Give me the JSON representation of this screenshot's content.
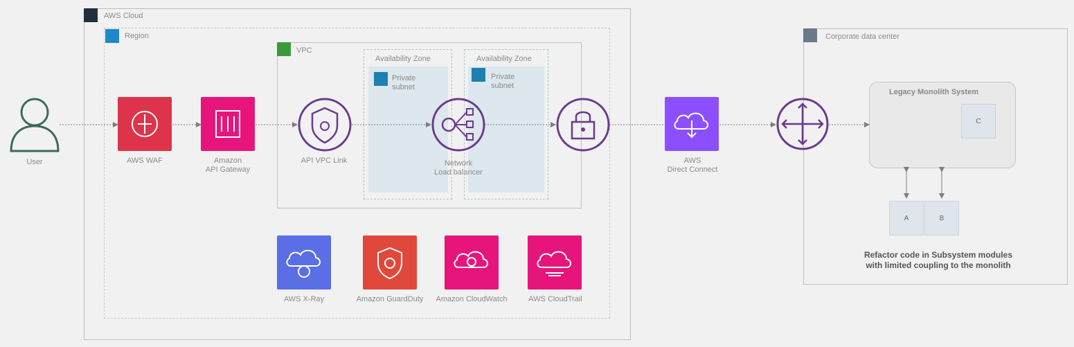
{
  "groups": {
    "aws_cloud": "AWS Cloud",
    "region": "Region",
    "vpc": "VPC",
    "az1": "Availability Zone",
    "az2": "Availability Zone",
    "subnet1": "Private subnet",
    "subnet2": "Private subnet",
    "corporate": "Corporate data center",
    "monolith": "Legacy Monolith System"
  },
  "nodes": {
    "user": "User",
    "waf": "AWS WAF",
    "apigw": "Amazon\nAPI Gateway",
    "vpclink": "API VPC Link",
    "nlb": "Network\nLoad balancer",
    "dx": "AWS\nDirect Connect",
    "xray": "AWS X-Ray",
    "guardduty": "Amazon GuardDuty",
    "cloudwatch": "Amazon CloudWatch",
    "cloudtrail": "AWS CloudTrail",
    "sub_c": "C",
    "sub_a": "A",
    "sub_b": "B"
  },
  "note": "Refactor code in Subsystem modules\nwith limited coupling to the monolith",
  "colors": {
    "waf": "#dd344c",
    "apigw": "#e7157b",
    "dx": "#8c4fff",
    "xray": "#5a6ee6",
    "guardduty": "#e0483c",
    "cloudwatch": "#e7157b",
    "cloudtrail": "#e7157b",
    "line": "#7d7d7d",
    "circle": "#6a3a8c"
  }
}
